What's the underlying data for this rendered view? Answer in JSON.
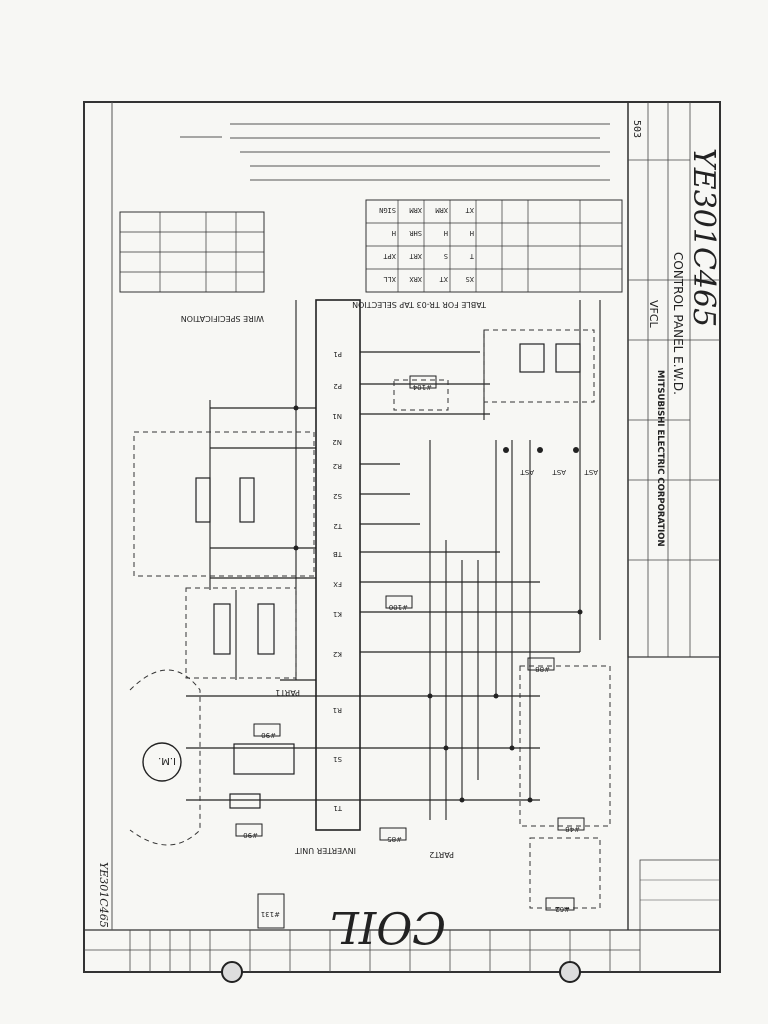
{
  "title_block": {
    "company": "MITSUBISHI ELECTRIC CORPORATION",
    "project_code": "VFCL",
    "drawing_title": "CONTROL PANEL E.W.D.",
    "drawing_number": "YE301C465",
    "sheet_code": "503"
  },
  "handwritten": {
    "coil_label": "COIL",
    "side_number": "YE301C465"
  },
  "unit_labels": {
    "inverter_unit": "INVERTER UNIT",
    "motor": "I.M.",
    "tap_table_title": "TABLE FOR TR-03 TAP SELECTION",
    "wire_spec_title": "WIRE SPECIFICATION"
  },
  "tap_table": {
    "rows": [
      [
        "SIGN",
        "XRM",
        "XRM",
        "XT"
      ],
      [
        "H",
        "SHR",
        "H",
        "H"
      ],
      [
        "XPT",
        "XRT",
        "S",
        "T"
      ],
      [
        "XLL",
        "XRX",
        "XT",
        "XS"
      ]
    ]
  },
  "terminal_labels": [
    "R1",
    "S1",
    "T1",
    "R2",
    "S2",
    "T2",
    "P1",
    "P2",
    "N1",
    "N2",
    "K1",
    "K2",
    "TB",
    "FX"
  ],
  "contact_labels": [
    "AST",
    "AST",
    "AST"
  ],
  "part_tags": [
    "PART1",
    "PART2"
  ],
  "parts_boxes": [
    "#48",
    "#62",
    "#85",
    "#88",
    "#90",
    "#90",
    "#100",
    "#104",
    "#131"
  ],
  "colors": {
    "paper": "#f7f7f4",
    "ink": "#222222"
  }
}
